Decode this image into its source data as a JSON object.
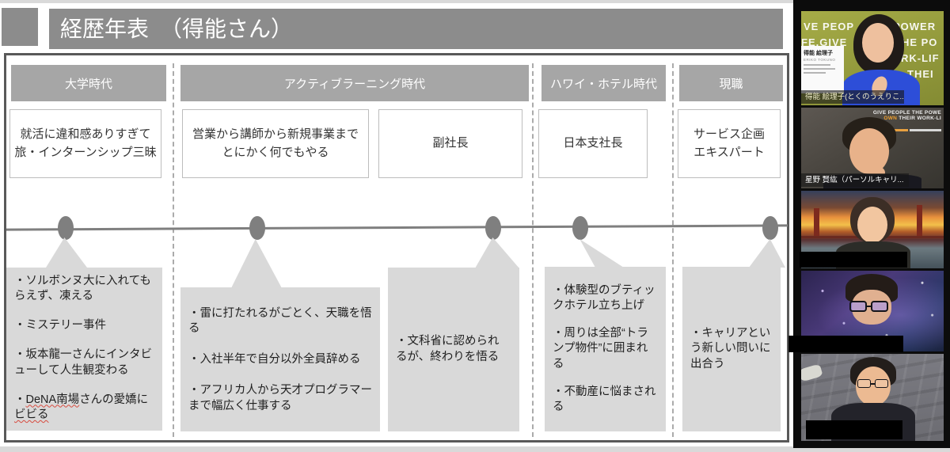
{
  "page": {
    "title": "経歴年表　（得能さん）"
  },
  "eras": [
    {
      "label": "大学時代"
    },
    {
      "label": "アクティブラーニング時代"
    },
    {
      "label": "ハワイ・ホテル時代"
    },
    {
      "label": "現職"
    }
  ],
  "roles": [
    {
      "line1": "就活に違和感ありすぎて",
      "line2": "旅・インターンシップ三昧"
    },
    {
      "line1": "営業から講師から新規事業まで",
      "line2": "とにかく何でもやる"
    },
    {
      "line1": "副社長"
    },
    {
      "line1": "日本支社長"
    },
    {
      "line1": "サービス企画",
      "line2": "エキスパート"
    }
  ],
  "events": {
    "university": {
      "items": [
        "・ソルボンヌ大に入れてもらえず、凍える",
        "・ミステリー事件",
        "・坂本龍一さんにインタビューして人生観変わる"
      ],
      "last": {
        "p1": "・",
        "p2": "DeNA南場",
        "p3": "さんの愛嬌に",
        "p4": "ビビる"
      }
    },
    "active_learning": {
      "items": [
        "・雷に打たれるがごとく、天職を悟る",
        "・入社半年で自分以外全員辞める",
        "・アフリカ人から天才プログラマーまで幅広く仕事する"
      ]
    },
    "vice_president": {
      "items": [
        "・文科省に認められるが、終わりを悟る"
      ]
    },
    "hawaii": {
      "items": [
        "・体験型のブティックホテル立ち上げ",
        "・周りは全部“トランプ物件”に囲まれる",
        "・不動産に悩まされる"
      ]
    },
    "current": {
      "items": [
        "・キャリアという新しい問いに出合う"
      ]
    }
  },
  "sidebar": {
    "tiles": [
      {
        "name_label": "得能 絵理子(とくのうえりこ...",
        "card_name": "得能 絵理子",
        "card_name_en": "ERIKO TOKUNO",
        "bg_words": [
          "VE PEOP",
          "POWER",
          "FE.GIVE",
          "THE PO",
          "RK-LIF",
          "THEI",
          "VE PEO"
        ]
      },
      {
        "name_label": "星野 賢紘（パーソルキャリ...",
        "poster_line1": "GIVE PEOPLE THE POWE",
        "poster_line2_accent": "OWN",
        "poster_line2_rest": " THEIR WORK-LI"
      },
      {
        "name_label": ""
      },
      {
        "name_label": ""
      },
      {
        "name_label": ""
      }
    ]
  },
  "colors": {
    "title_bar": "#8c8c8c",
    "era_header": "#a6a6a6",
    "event_box": "#d9d9d9",
    "timeline": "#7f7f7f",
    "frame_border": "#595959",
    "spellcheck": "#d84b3f"
  }
}
